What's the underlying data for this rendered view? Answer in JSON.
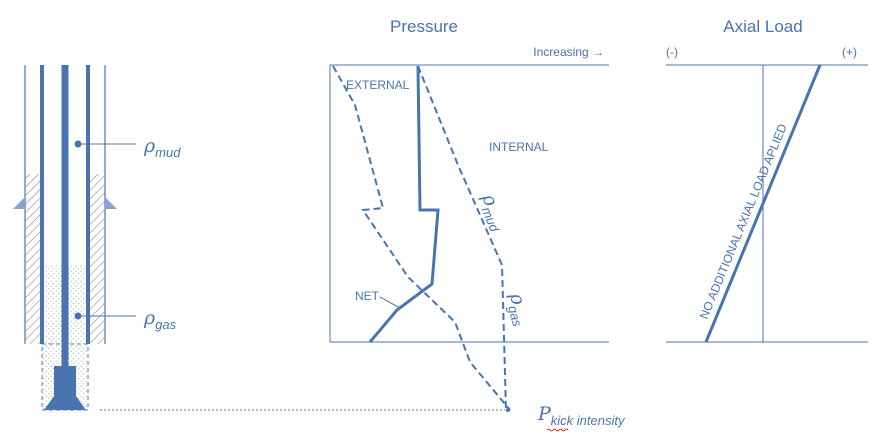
{
  "titles": {
    "pressure": "Pressure",
    "axial_load": "Axial Load"
  },
  "pressure_plot": {
    "increasing": "Increasing →",
    "curves": {
      "external": "EXTERNAL",
      "internal": "INTERNAL",
      "net": "NET"
    },
    "rho_mud": {
      "symbol": "ρ",
      "subscript": "mud"
    },
    "rho_gas": {
      "symbol": "ρ",
      "subscript": "gas"
    }
  },
  "axial_plot": {
    "minus": "(-)",
    "plus": "(+)",
    "note": "NO ADDITIONAL AXIAL LOAD APLIED"
  },
  "wellbore": {
    "rho_mud": {
      "symbol": "ρ",
      "subscript": "mud"
    },
    "rho_gas": {
      "symbol": "ρ",
      "subscript": "gas"
    }
  },
  "kick": {
    "symbol": "P",
    "subscript": "kick intensity"
  },
  "colors": {
    "line": "#4a74b0",
    "hatch": "#7f7f7f"
  }
}
